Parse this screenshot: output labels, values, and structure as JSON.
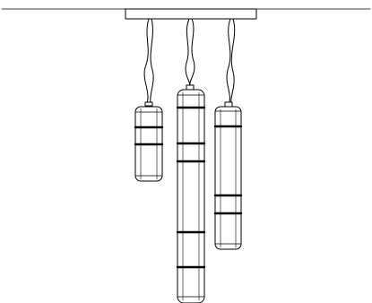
{
  "colors": {
    "background": "#ffffff",
    "line": "#000000"
  },
  "pendants": [
    {
      "name": "short",
      "bands": 2
    },
    {
      "name": "long",
      "bands": 5
    },
    {
      "name": "medium",
      "bands": 3
    }
  ]
}
